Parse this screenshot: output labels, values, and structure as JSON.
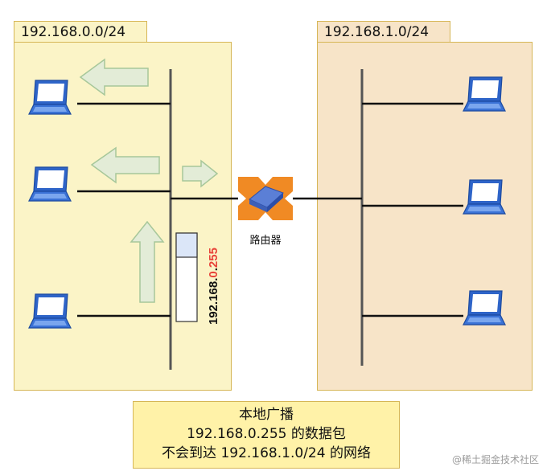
{
  "left_network": {
    "label": "192.168.0.0/24"
  },
  "right_network": {
    "label": "192.168.1.0/24"
  },
  "router": {
    "label": "路由器"
  },
  "broadcast_address": {
    "prefix": "192.168.",
    "highlight": "0",
    "middle": ".",
    "suffix_highlight": "255"
  },
  "caption": {
    "line1": "本地广播",
    "line2": "192.168.0.255 的数据包",
    "line3": "不会到达 192.168.1.0/24 的网络"
  },
  "watermark": {
    "text": "@稀土掘金技术社区"
  },
  "colors": {
    "left_fill": "#fbf4c7",
    "right_fill": "#f7e4c8",
    "arrow_fill": "#e3ecd7",
    "arrow_stroke": "#a7c79a",
    "highlight_red": "#e8443a",
    "router_orange": "#f08a24"
  },
  "icons": [
    "laptop-icon",
    "router-icon",
    "arrow-left-icon",
    "arrow-right-icon",
    "arrow-up-icon"
  ]
}
